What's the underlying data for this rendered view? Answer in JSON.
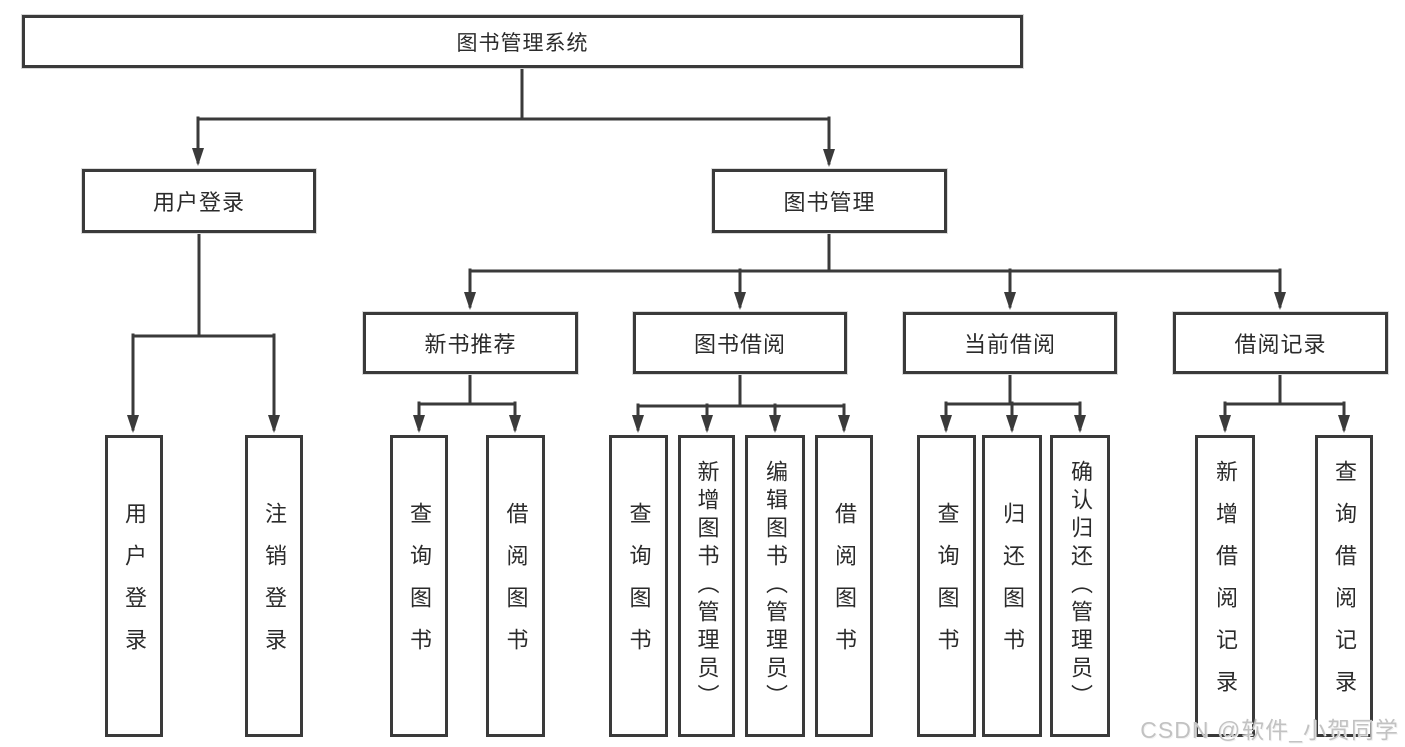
{
  "diagram": {
    "title": "图书管理系统",
    "level2": [
      {
        "label": "用户登录",
        "children": [
          "用户登录",
          "注销登录"
        ]
      },
      {
        "label": "图书管理",
        "children": [
          {
            "label": "新书推荐",
            "children": [
              "查询图书",
              "借阅图书"
            ]
          },
          {
            "label": "图书借阅",
            "children": [
              "查询图书",
              "新增图书（管理员）",
              "编辑图书（管理员）",
              "借阅图书"
            ]
          },
          {
            "label": "当前借阅",
            "children": [
              "查询图书",
              "归还图书",
              "确认归还（管理员）"
            ]
          },
          {
            "label": "借阅记录",
            "children": [
              "新增借阅记录",
              "查询借阅记录"
            ]
          }
        ]
      }
    ]
  },
  "watermark": "CSDN @软件_小贺同学",
  "colors": {
    "line": "#3a3a3a",
    "text": "#2b2b2b",
    "background": "#ffffff",
    "watermark": "#c2c2c2"
  }
}
